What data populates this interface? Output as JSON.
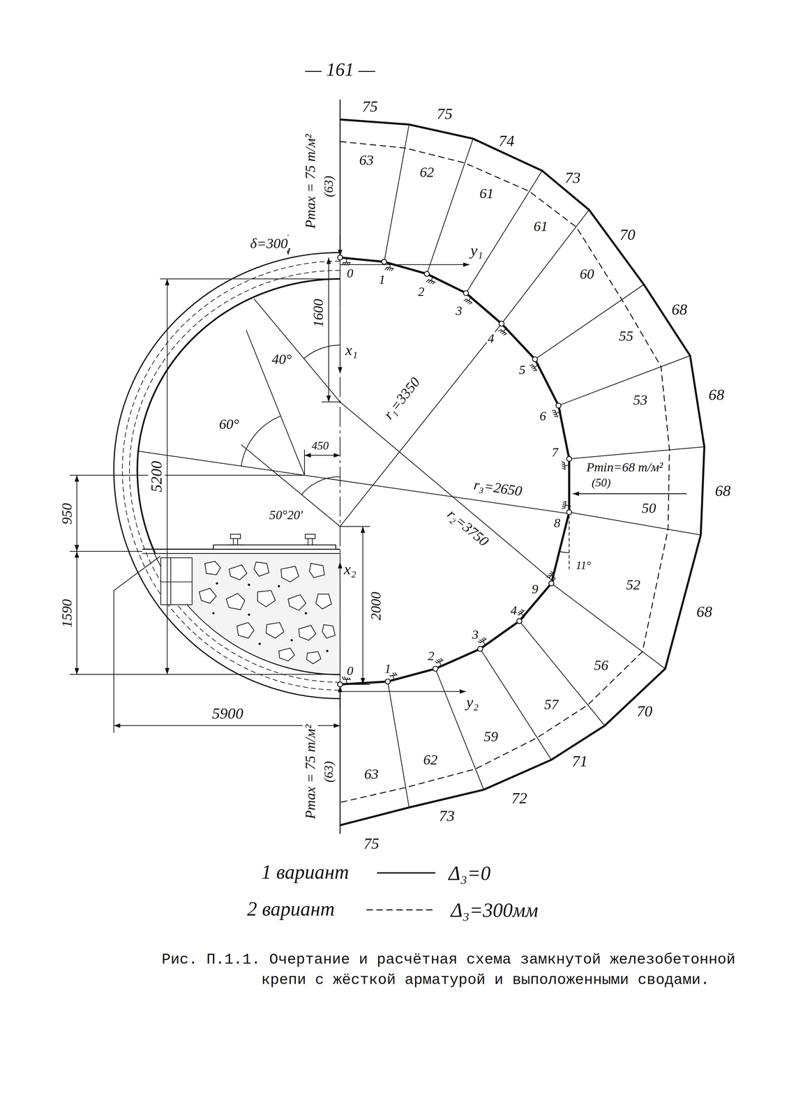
{
  "diagram": {
    "caption": "Рис. П.1.1. Очертание и расчётная схема замкнутой железобетонной крепи с жёсткой арматурой и выположенными сводами.",
    "labels": [
      "— 161 —",
      "75",
      "75",
      "74",
      "73",
      "70",
      "68",
      "68",
      "68",
      "68",
      "70",
      "71",
      "72",
      "73",
      "75",
      "63",
      "62",
      "61",
      "61",
      "60",
      "55",
      "53",
      "50",
      "52",
      "56",
      "57",
      "59",
      "62",
      "63",
      "0",
      "1",
      "2",
      "3",
      "4",
      "5",
      "6",
      "7",
      "8",
      "9",
      "4",
      "3",
      "2",
      "1",
      "0",
      "y₁",
      "x₁",
      "x₂",
      "y₂",
      "Pmax = 75 т/м²",
      "(63)",
      "Pmax = 75 т/м²",
      "(63)",
      "Pmin=68 т/м²",
      "(50)",
      "δ=300",
      "5200",
      "1600",
      "40°",
      "60°",
      "450",
      "50°20'",
      "r₁=3350",
      "r₂=3750",
      "r₃=2650",
      "950",
      "1590",
      "2000",
      "5900",
      "11°",
      "Δ₃=0",
      "Δ₃=300мм"
    ],
    "legend": [
      {
        "text": "1 вариант"
      },
      {
        "text": "2 вариант"
      }
    ]
  }
}
